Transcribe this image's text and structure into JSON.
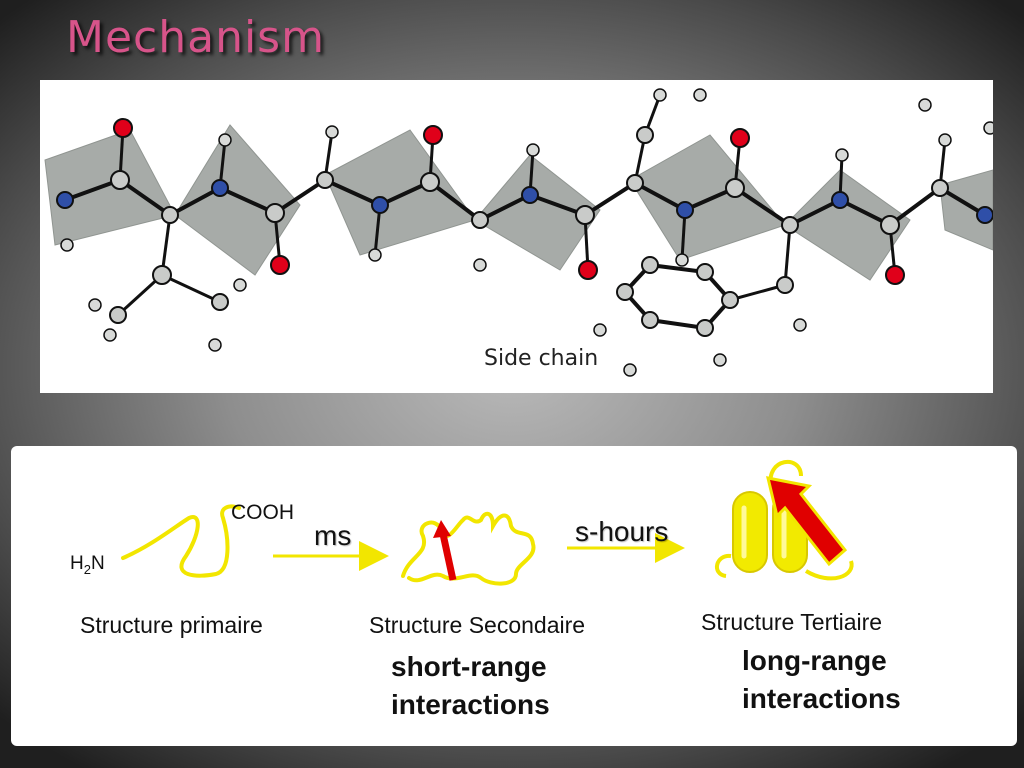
{
  "title": "Mechanism",
  "molecule": {
    "side_chain_label": "Side chain"
  },
  "stages": {
    "primary": {
      "label": "Structure primaire",
      "n_terminus": "H2N",
      "c_terminus": "COOH"
    },
    "secondary": {
      "label": "Structure Secondaire",
      "interactions": [
        "short-range",
        "interactions"
      ]
    },
    "tertiary": {
      "label": "Structure Tertiaire",
      "interactions": [
        "long-range",
        "interactions"
      ]
    }
  },
  "transitions": {
    "first": "ms",
    "second": "s-hours"
  },
  "colors": {
    "title": "#d7548a",
    "chain": "#f2e600",
    "arrow": "#e00000",
    "oxygen": "#e0001a",
    "nitrogen": "#2f4fa8"
  }
}
